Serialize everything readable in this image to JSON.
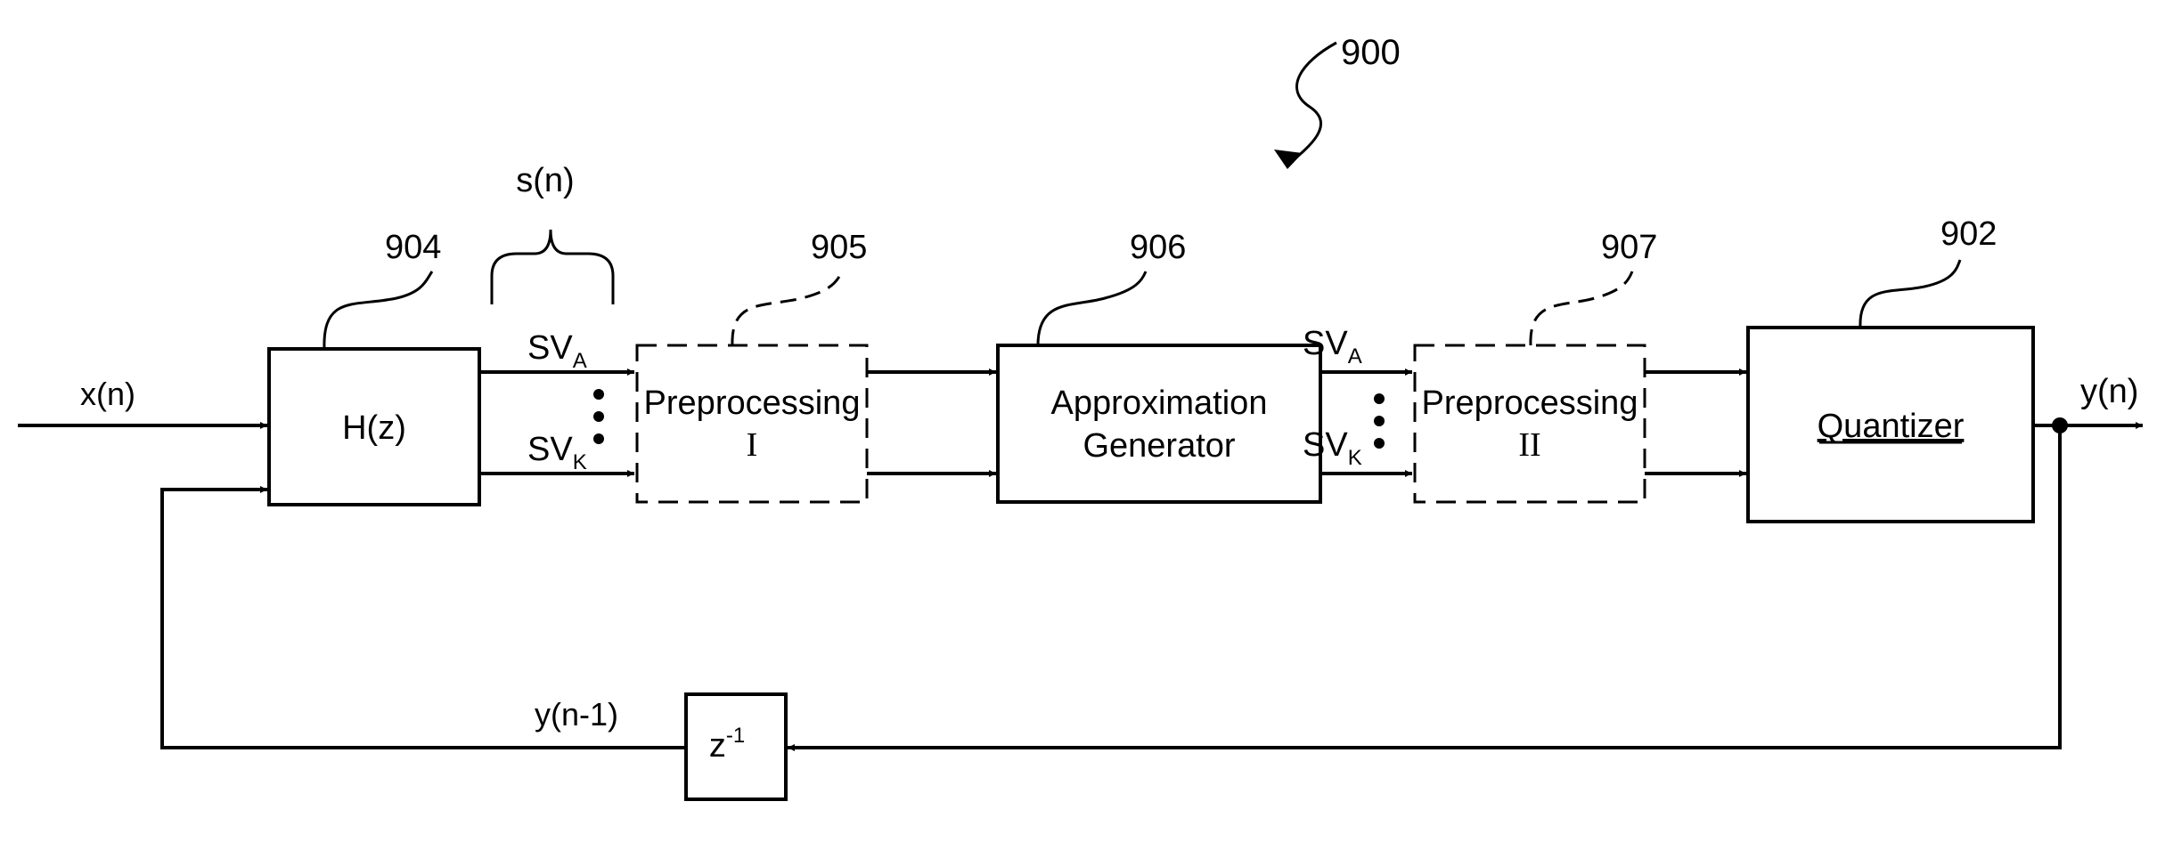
{
  "figure_ref": "900",
  "signals": {
    "input": "x(n)",
    "state_group": "s(n)",
    "output": "y(n)",
    "feedback": "y(n-1)",
    "sv_a_base": "SV",
    "sv_a_sub": "A",
    "sv_k_base": "SV",
    "sv_k_sub": "K"
  },
  "blocks": {
    "filter": {
      "ref": "904",
      "label": "H(z)"
    },
    "preproc1": {
      "ref": "905",
      "line1": "Preprocessing",
      "line2": "I"
    },
    "approx": {
      "ref": "906",
      "line1": "Approximation",
      "line2": "Generator"
    },
    "preproc2": {
      "ref": "907",
      "line1": "Preprocessing",
      "line2": "II"
    },
    "quantizer": {
      "ref": "902",
      "label": "Quantizer"
    },
    "delay": {
      "base": "z",
      "sup": "-1"
    }
  }
}
